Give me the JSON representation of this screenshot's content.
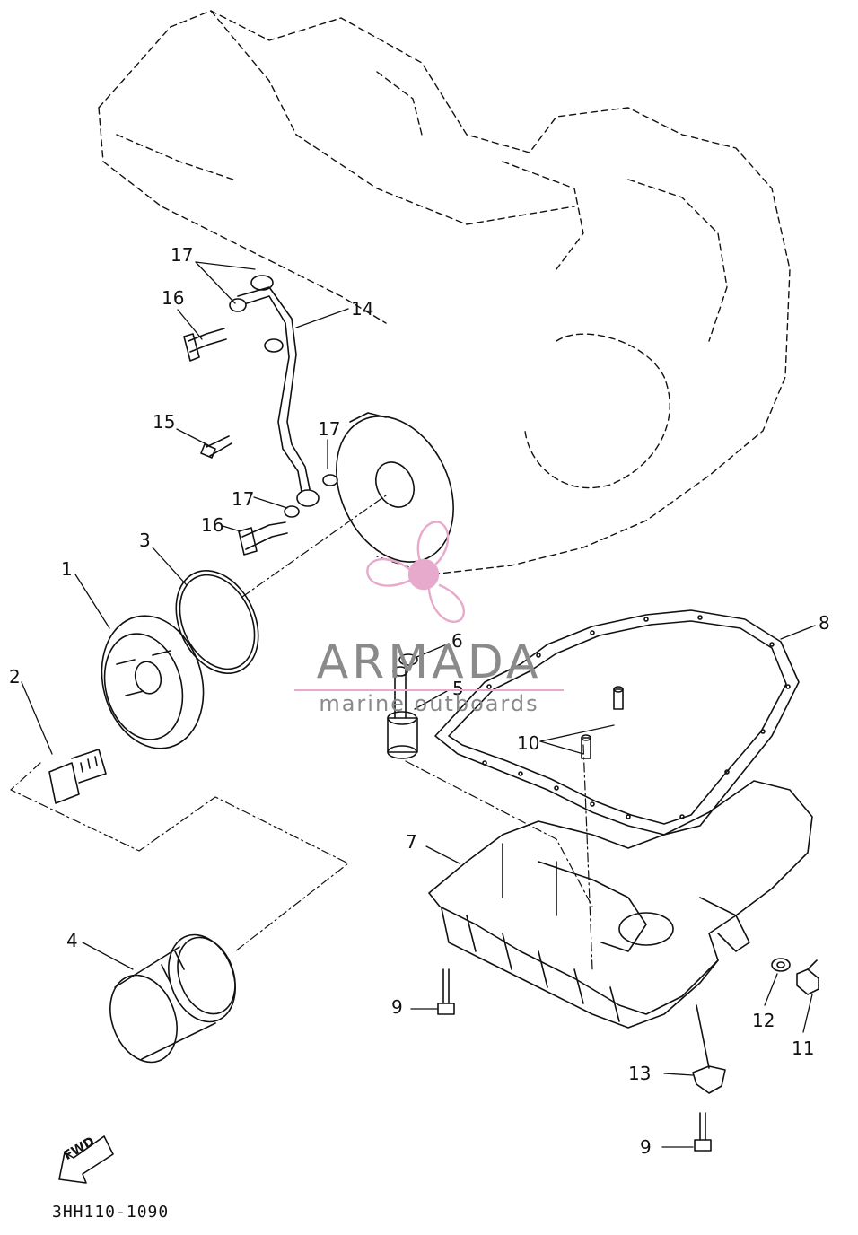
{
  "diagram": {
    "callouts": [
      {
        "id": "c1",
        "label": "1"
      },
      {
        "id": "c2",
        "label": "2"
      },
      {
        "id": "c3",
        "label": "3"
      },
      {
        "id": "c4",
        "label": "4"
      },
      {
        "id": "c5",
        "label": "5"
      },
      {
        "id": "c6",
        "label": "6"
      },
      {
        "id": "c7",
        "label": "7"
      },
      {
        "id": "c8",
        "label": "8"
      },
      {
        "id": "c9a",
        "label": "9"
      },
      {
        "id": "c9b",
        "label": "9"
      },
      {
        "id": "c10",
        "label": "10"
      },
      {
        "id": "c11",
        "label": "11"
      },
      {
        "id": "c12",
        "label": "12"
      },
      {
        "id": "c13",
        "label": "13"
      },
      {
        "id": "c14",
        "label": "14"
      },
      {
        "id": "c15",
        "label": "15"
      },
      {
        "id": "c16a",
        "label": "16"
      },
      {
        "id": "c16b",
        "label": "16"
      },
      {
        "id": "c17a",
        "label": "17"
      },
      {
        "id": "c17b",
        "label": "17"
      },
      {
        "id": "c17c",
        "label": "17"
      }
    ],
    "part_code": "3HH110-1090",
    "fwd_label": "FWD"
  },
  "watermark": {
    "name": "ARMADA",
    "tagline": "marine outboards",
    "accent_color": "#e7a9cc",
    "text_color": "#8a8a8a"
  }
}
